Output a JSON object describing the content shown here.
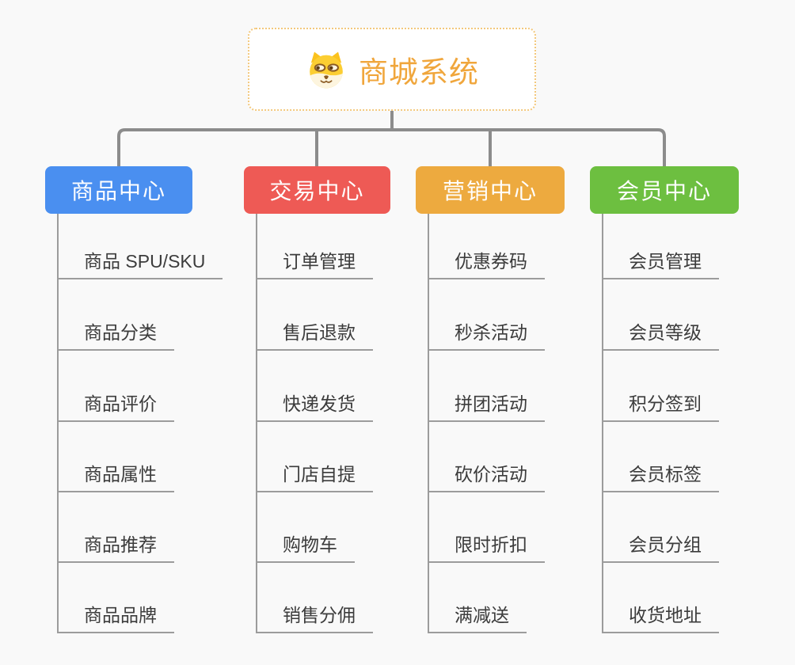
{
  "page": {
    "background_color": "#f9f9f9",
    "connector_color": "#8c8c8c",
    "leaf_line_color": "#9c9c9c",
    "leaf_text_color": "#3c3c3c"
  },
  "root": {
    "title": "商城系统",
    "icon": "shiba-dog-icon",
    "text_color": "#f0a63c",
    "border_color": "#f3c87c"
  },
  "branches": [
    {
      "label": "商品中心",
      "color": "#4a8ff0",
      "children": [
        "商品 SPU/SKU",
        "商品分类",
        "商品评价",
        "商品属性",
        "商品推荐",
        "商品品牌"
      ]
    },
    {
      "label": "交易中心",
      "color": "#ee5a55",
      "children": [
        "订单管理",
        "售后退款",
        "快递发货",
        "门店自提",
        "购物车",
        "销售分佣"
      ]
    },
    {
      "label": "营销中心",
      "color": "#edaa3f",
      "children": [
        "优惠券码",
        "秒杀活动",
        "拼团活动",
        "砍价活动",
        "限时折扣",
        "满减送"
      ]
    },
    {
      "label": "会员中心",
      "color": "#6dbf40",
      "children": [
        "会员管理",
        "会员等级",
        "积分签到",
        "会员标签",
        "会员分组",
        "收货地址"
      ]
    }
  ]
}
